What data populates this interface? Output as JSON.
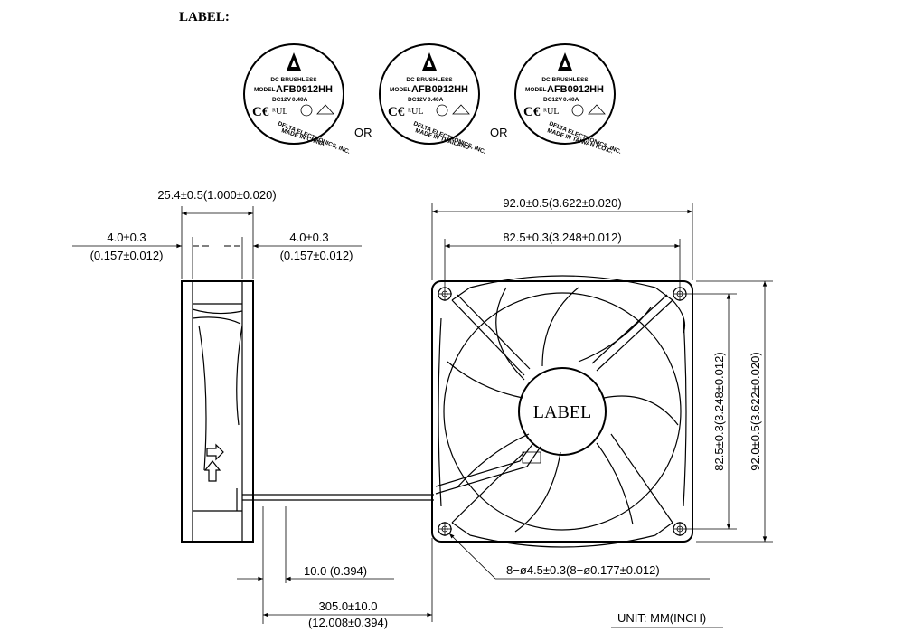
{
  "header": {
    "label_heading": "LABEL:"
  },
  "labels": {
    "brand_line": "DC BRUSHLESS",
    "model_prefix": "MODEL",
    "model": "AFB0912HH",
    "voltage": "DC12V",
    "current": "0.40A",
    "company": "DELTA ELECTRONICS, INC.",
    "origins": [
      "MADE IN CHINA",
      "MADE IN THAILAND",
      "MADE IN TAIWAN R.O.C."
    ],
    "or_text": "OR"
  },
  "side_view": {
    "thickness": "25.4±0.5(1.000±0.020)",
    "flange_left": "4.0±0.3",
    "flange_left_inch": "(0.157±0.012)",
    "flange_right": "4.0±0.3",
    "flange_right_inch": "(0.157±0.012)"
  },
  "front_view": {
    "center_label": "LABEL",
    "width_overall": "92.0±0.5(3.622±0.020)",
    "hole_pitch_h": "82.5±0.3(3.248±0.012)",
    "hole_pitch_v": "82.5±0.3(3.248±0.012)",
    "height_overall": "92.0±0.5(3.622±0.020)",
    "holes": "8−ø4.5±0.3(8−ø0.177±0.012)"
  },
  "lead": {
    "strip": "10.0 (0.394)",
    "length": "305.0±10.0",
    "length_inch": "(12.008±0.394)"
  },
  "unit": "UNIT:  MM(INCH)"
}
